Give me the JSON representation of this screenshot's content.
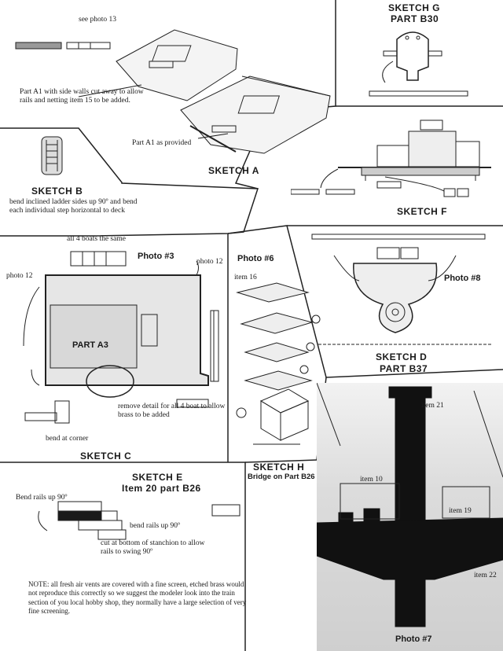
{
  "sketch_a": {
    "title": "SKETCH A",
    "see_photo": "see photo 13",
    "part_a1_cut": "Part A1 with side walls cut away to allow rails and netting item 15 to be added.",
    "part_a1_provided": "Part A1 as provided"
  },
  "sketch_g": {
    "title": "SKETCH G",
    "part": "PART B30"
  },
  "sketch_b": {
    "title": "SKETCH  B",
    "text": "bend inclined ladder sides up 90º  and bend each individual step horizontal to deck"
  },
  "sketch_f": {
    "title": "SKETCH  F"
  },
  "sketch_c": {
    "title": "SKETCH  C",
    "photo3": "Photo  #3",
    "boats_note": "all 4 boats the same",
    "photo12_left": "photo 12",
    "photo12_right": "photo 12",
    "part_label": "PART A3",
    "remove_detail": "remove detail for all 4 boat to allow brass to be added",
    "bend_corner": "bend at corner"
  },
  "sketch_h": {
    "photo6": "Photo  #6",
    "item16": "item 16",
    "title": "SKETCH   H",
    "subtitle": "Bridge on Part B26"
  },
  "sketch_d": {
    "photo8": "Photo  #8",
    "title": "SKETCH   D",
    "part": "PART B37"
  },
  "sketch_e": {
    "title": "SKETCH  E",
    "subtitle": "Item 20 part B26",
    "bend_up_left": "Bend rails up 90º",
    "bend_up_right": "bend rails up 90º",
    "cut_note": "cut at bottom of stanchion to allow rails to swing 90º"
  },
  "note": "NOTE: all fresh air vents are covered with a fine screen, etched brass would not reproduce this correctly so we suggest the modeler look into the train section of you local hobby shop, they normally have a large selection of very fine screening.",
  "photo7": {
    "item21": "item 21",
    "item10": "item 10",
    "item19": "item 19",
    "item22": "item 22",
    "label": "Photo      #7"
  }
}
